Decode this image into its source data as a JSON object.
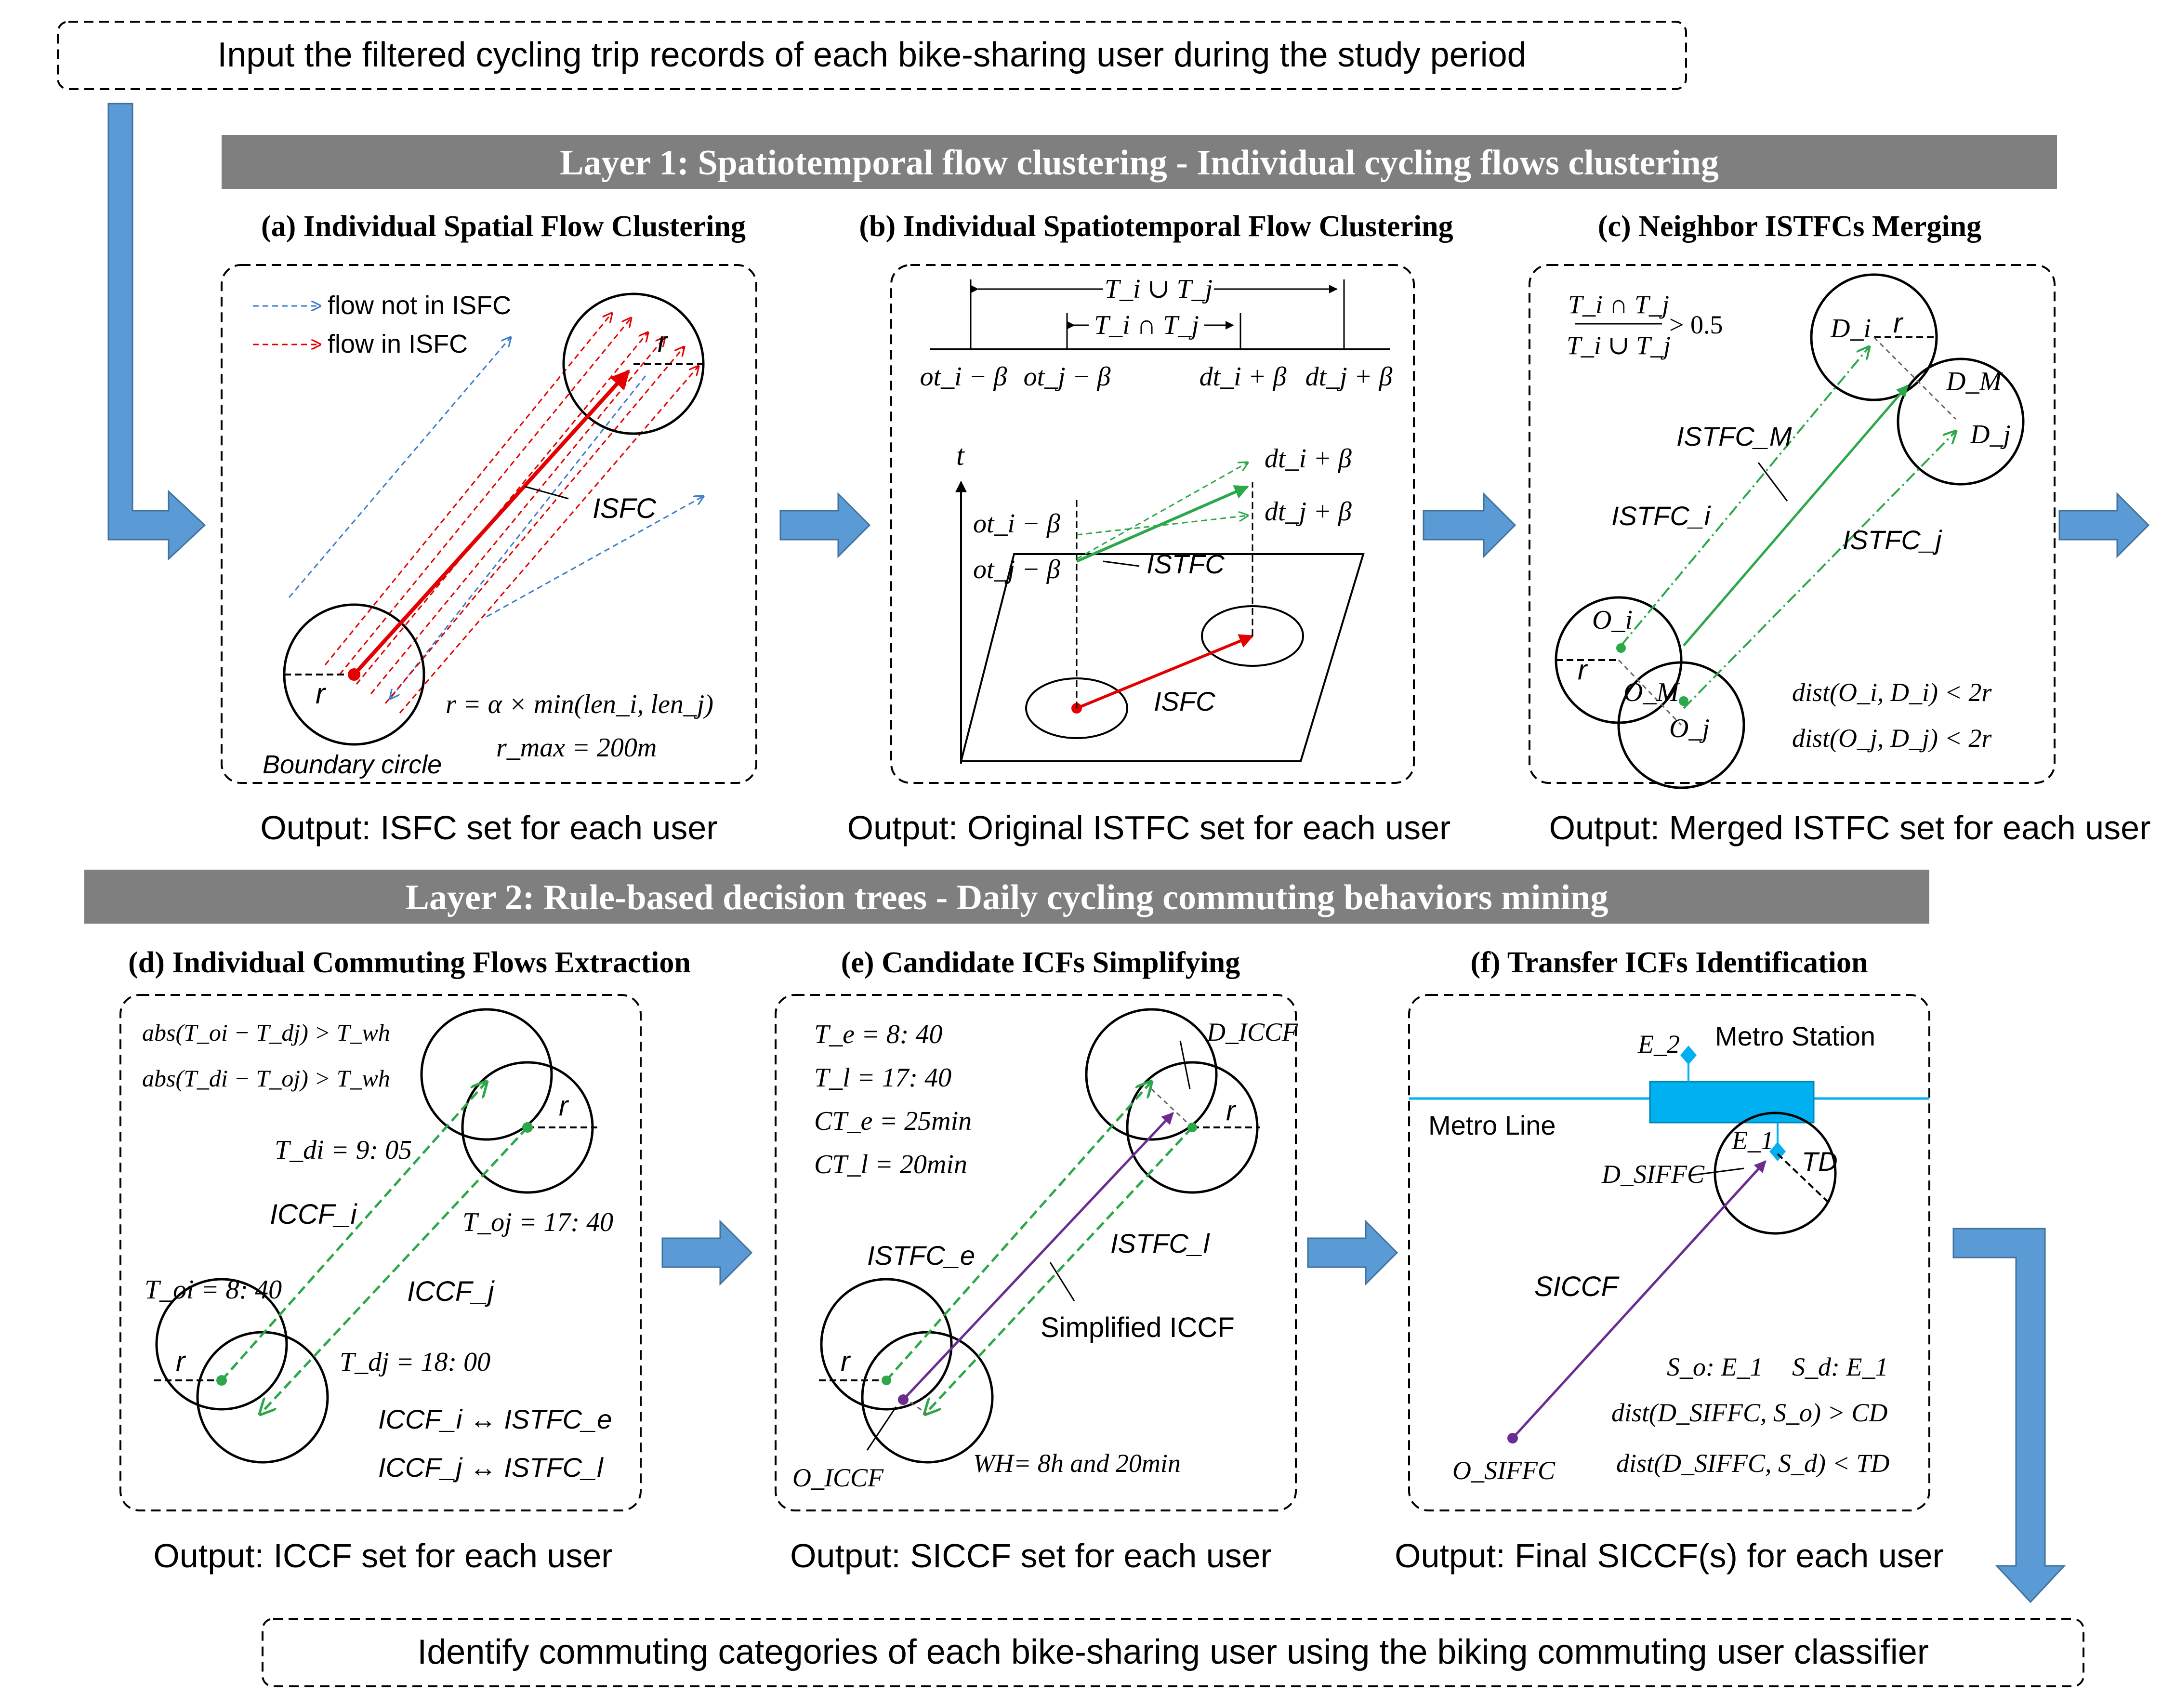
{
  "input_box": "Input the filtered cycling trip records of each bike-sharing user during the study period",
  "output_box": "Identify commuting categories of each bike-sharing user using the biking commuting user classifier",
  "layer1": {
    "title": "Layer 1:  Spatiotemporal flow clustering - Individual cycling flows clustering",
    "panel_a": {
      "title": "(a) Individual Spatial Flow Clustering",
      "legend_not": "flow not in ISFC",
      "legend_in": "flow in ISFC",
      "r_top": "r",
      "r_bottom": "r",
      "isfc": "ISFC",
      "formula1": "r = α × min(len_i, len_j)",
      "formula2": "r_max = 200m",
      "boundary": "Boundary circle",
      "output": "Output: ISFC set for each user"
    },
    "panel_b": {
      "title": "(b) Individual Spatiotemporal Flow Clustering",
      "union": "T_i ∪ T_j",
      "intersect": "T_i ∩ T_j",
      "tick1": "ot_i − β",
      "tick2": "ot_j − β",
      "tick3": "dt_i + β",
      "tick4": "dt_j + β",
      "axis_t": "t",
      "ot_i": "ot_i − β",
      "ot_j": "ot_j − β",
      "dt_i": "dt_i + β",
      "dt_j": "dt_j + β",
      "istfc": "ISTFC",
      "isfc": "ISFC",
      "output": "Output: Original ISTFC set for each user"
    },
    "panel_c": {
      "title": "(c) Neighbor ISTFCs Merging",
      "ratio_num": "T_i ∩ T_j",
      "ratio_den": "T_i ∪ T_j",
      "ratio_rhs": "> 0.5",
      "d_i": "D_i",
      "d_m": "D_M",
      "d_j": "D_j",
      "r_top": "r",
      "istfc_m": "ISTFC_M",
      "istfc_i": "ISTFC_i",
      "istfc_j": "ISTFC_j",
      "o_i": "O_i",
      "o_m": "O_M",
      "o_j": "O_j",
      "r_bottom": "r",
      "cond1": "dist(O_i, D_i) < 2r",
      "cond2": "dist(O_j, D_j) < 2r",
      "output": "Output: Merged ISTFC set for each user"
    }
  },
  "layer2": {
    "title": "Layer 2: Rule-based decision trees - Daily cycling commuting behaviors mining",
    "panel_d": {
      "title": "(d) Individual Commuting Flows Extraction",
      "rule1": "abs(T_oi − T_dj) > T_wh",
      "rule2": "abs(T_di − T_oj) > T_wh",
      "t_di": "T_di = 9: 05",
      "t_oj": "T_oj = 17: 40",
      "t_oi": "T_oi = 8: 40",
      "t_dj": "T_dj = 18: 00",
      "iccf_i": "ICCF_i",
      "iccf_j": "ICCF_j",
      "r_top": "r",
      "r_bottom": "r",
      "map1": "ICCF_i ↔ ISTFC_e",
      "map2": "ICCF_j ↔ ISTFC_l",
      "output": "Output: ICCF set for each user"
    },
    "panel_e": {
      "title": "(e) Candidate ICFs Simplifying",
      "te": "T_e = 8: 40",
      "tl": "T_l = 17: 40",
      "cte": "CT_e = 25min",
      "ctl": "CT_l = 20min",
      "d_iccf": "D_ICCF",
      "r_top": "r",
      "istfc_e": "ISTFC_e",
      "istfc_l": "ISTFC_l",
      "simplified": "Simplified ICCF",
      "r_bottom": "r",
      "o_iccf": "O_ICCF",
      "wh": "WH= 8h and 20min",
      "output": "Output: SICCF set for each user"
    },
    "panel_f": {
      "title": "(f) Transfer ICFs Identification",
      "e2": "E_2",
      "station": "Metro Station",
      "line": "Metro Line",
      "e1": "E_1",
      "td": "TD",
      "d_siffc": "D_SIFFC",
      "siccf": "SICCF",
      "so": "S_o: E_1",
      "sd": "S_d: E_1",
      "cond1": "dist(D_SIFFC, S_o) > CD",
      "cond2": "dist(D_SIFFC, S_d) < TD",
      "o_siffc": "O_SIFFC",
      "output": "Output: Final SICCF(s) for each user"
    }
  },
  "colors": {
    "banner": "#7f7f7f",
    "arrow_blue": "#5b9bd5",
    "red": "#e30000",
    "blue_dash": "#3d7cc9",
    "green": "#2ca84a",
    "purple": "#6a2c91",
    "metro": "#00b0f0"
  }
}
